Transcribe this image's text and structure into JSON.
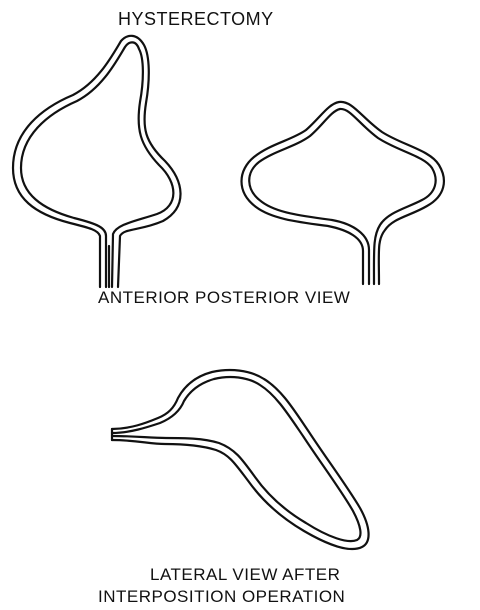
{
  "title": "HYSTERECTOMY",
  "caption_top": "ANTERIOR  POSTERIOR  VIEW",
  "caption_bottom_line1": "LATERAL  VIEW  AFTER",
  "caption_bottom_line2": "INTERPOSITION  OPERATION"
}
